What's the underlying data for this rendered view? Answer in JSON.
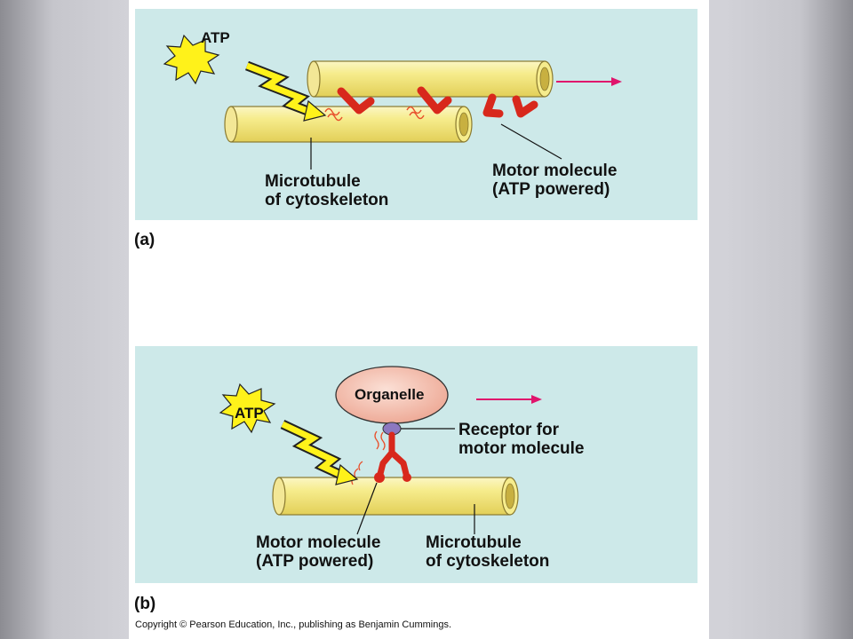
{
  "panel_a": {
    "tag": "(a)",
    "atp": "ATP",
    "label_microtubule": [
      "Microtubule",
      "of cytoskeleton"
    ],
    "label_motor": [
      "Motor molecule",
      "(ATP powered)"
    ]
  },
  "panel_b": {
    "tag": "(b)",
    "atp": "ATP",
    "organelle": "Organelle",
    "label_receptor": [
      "Receptor for",
      "motor molecule"
    ],
    "label_motor": [
      "Motor molecule",
      "(ATP powered)"
    ],
    "label_microtubule": [
      "Microtubule",
      "of cytoskeleton"
    ]
  },
  "copyright": "Copyright © Pearson Education, Inc., publishing as Benjamin Cummings.",
  "colors": {
    "panel_bg": "#cde9e9",
    "tube_fill": "#f6ec8c",
    "motor_red": "#d8281c",
    "arrow_magenta": "#e0146c",
    "atp_burst": "#fff21a",
    "organelle_fill": "#f6c6b8",
    "receptor_purple": "#8c78c0"
  }
}
